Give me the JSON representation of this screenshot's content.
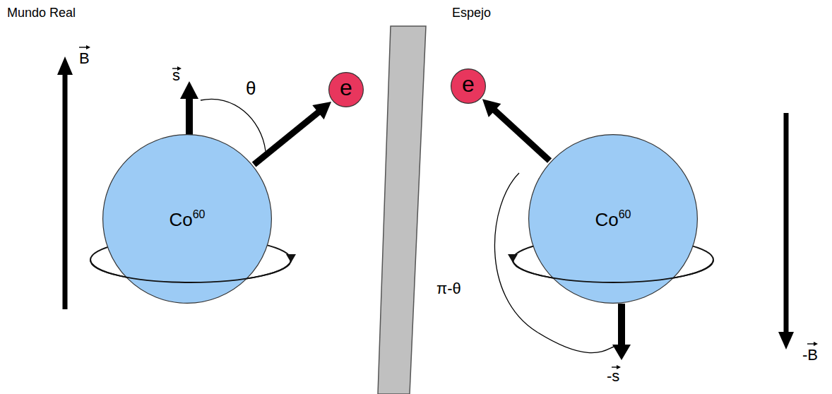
{
  "diagram": {
    "nodes": [
      {
        "text": [
          "Co",
          "60"
        ]
      },
      {
        "text": [
          "e"
        ]
      },
      {
        "text": [
          "e"
        ]
      },
      {
        "text": [
          "Co",
          "60"
        ]
      }
    ],
    "edges": [
      {
        "from": 0,
        "to": 1,
        "arrow": "to"
      },
      {
        "from": 3,
        "to": 2,
        "arrow": "to"
      }
    ],
    "labels": [
      "Mundo Real",
      "Espejo",
      "B",
      "s",
      "θ",
      "π-θ",
      "-s",
      "-B"
    ]
  }
}
